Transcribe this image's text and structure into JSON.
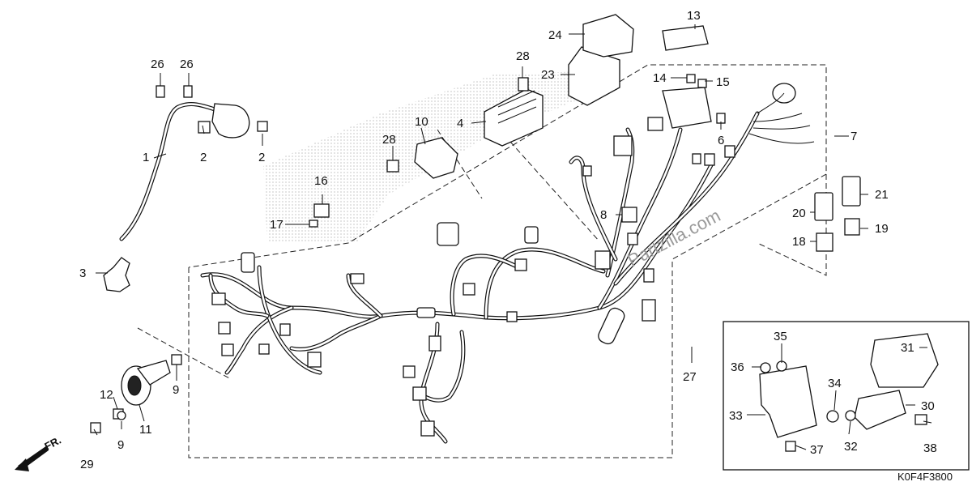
{
  "diagram": {
    "code": "K0F4F3800",
    "watermark": "Partzilla.com",
    "front_label": "FR.",
    "labels": [
      "1",
      "2",
      "2",
      "3",
      "4",
      "6",
      "7",
      "8",
      "9",
      "9",
      "10",
      "11",
      "12",
      "13",
      "14",
      "15",
      "16",
      "17",
      "18",
      "19",
      "20",
      "21",
      "23",
      "24",
      "26",
      "26",
      "27",
      "28",
      "28",
      "29",
      "30",
      "31",
      "32",
      "33",
      "34",
      "35",
      "36",
      "37",
      "38"
    ]
  }
}
